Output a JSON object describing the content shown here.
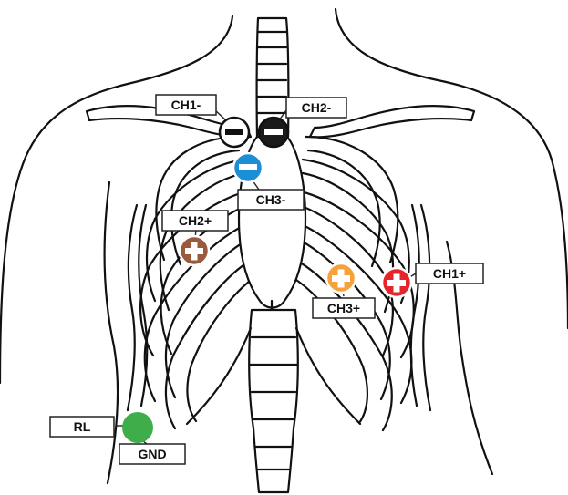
{
  "labels": {
    "ch1_neg": "CH1-",
    "ch2_neg": "CH2-",
    "ch3_neg": "CH3-",
    "ch2_pos": "CH2+",
    "ch3_pos": "CH3+",
    "ch1_pos": "CH1+",
    "rl": "RL",
    "gnd": "GND"
  },
  "colors": {
    "ch1_neg": "#ffffff",
    "ch2_neg": "#1a1a1a",
    "ch3_neg": "#1a8fd6",
    "ch2_pos": "#9a5a3e",
    "ch3_pos": "#f5a23a",
    "ch1_pos": "#e5252a",
    "rl": "#3fae4a"
  },
  "electrodes": [
    {
      "id": "ch1_neg",
      "sign": "minus",
      "icon": "minus-electrode-icon"
    },
    {
      "id": "ch2_neg",
      "sign": "minus",
      "icon": "minus-electrode-icon"
    },
    {
      "id": "ch3_neg",
      "sign": "minus",
      "icon": "minus-electrode-icon"
    },
    {
      "id": "ch2_pos",
      "sign": "plus",
      "icon": "plus-electrode-icon"
    },
    {
      "id": "ch3_pos",
      "sign": "plus",
      "icon": "plus-electrode-icon"
    },
    {
      "id": "ch1_pos",
      "sign": "plus",
      "icon": "plus-electrode-icon"
    },
    {
      "id": "rl",
      "sign": "none",
      "icon": "ground-electrode-icon"
    }
  ]
}
